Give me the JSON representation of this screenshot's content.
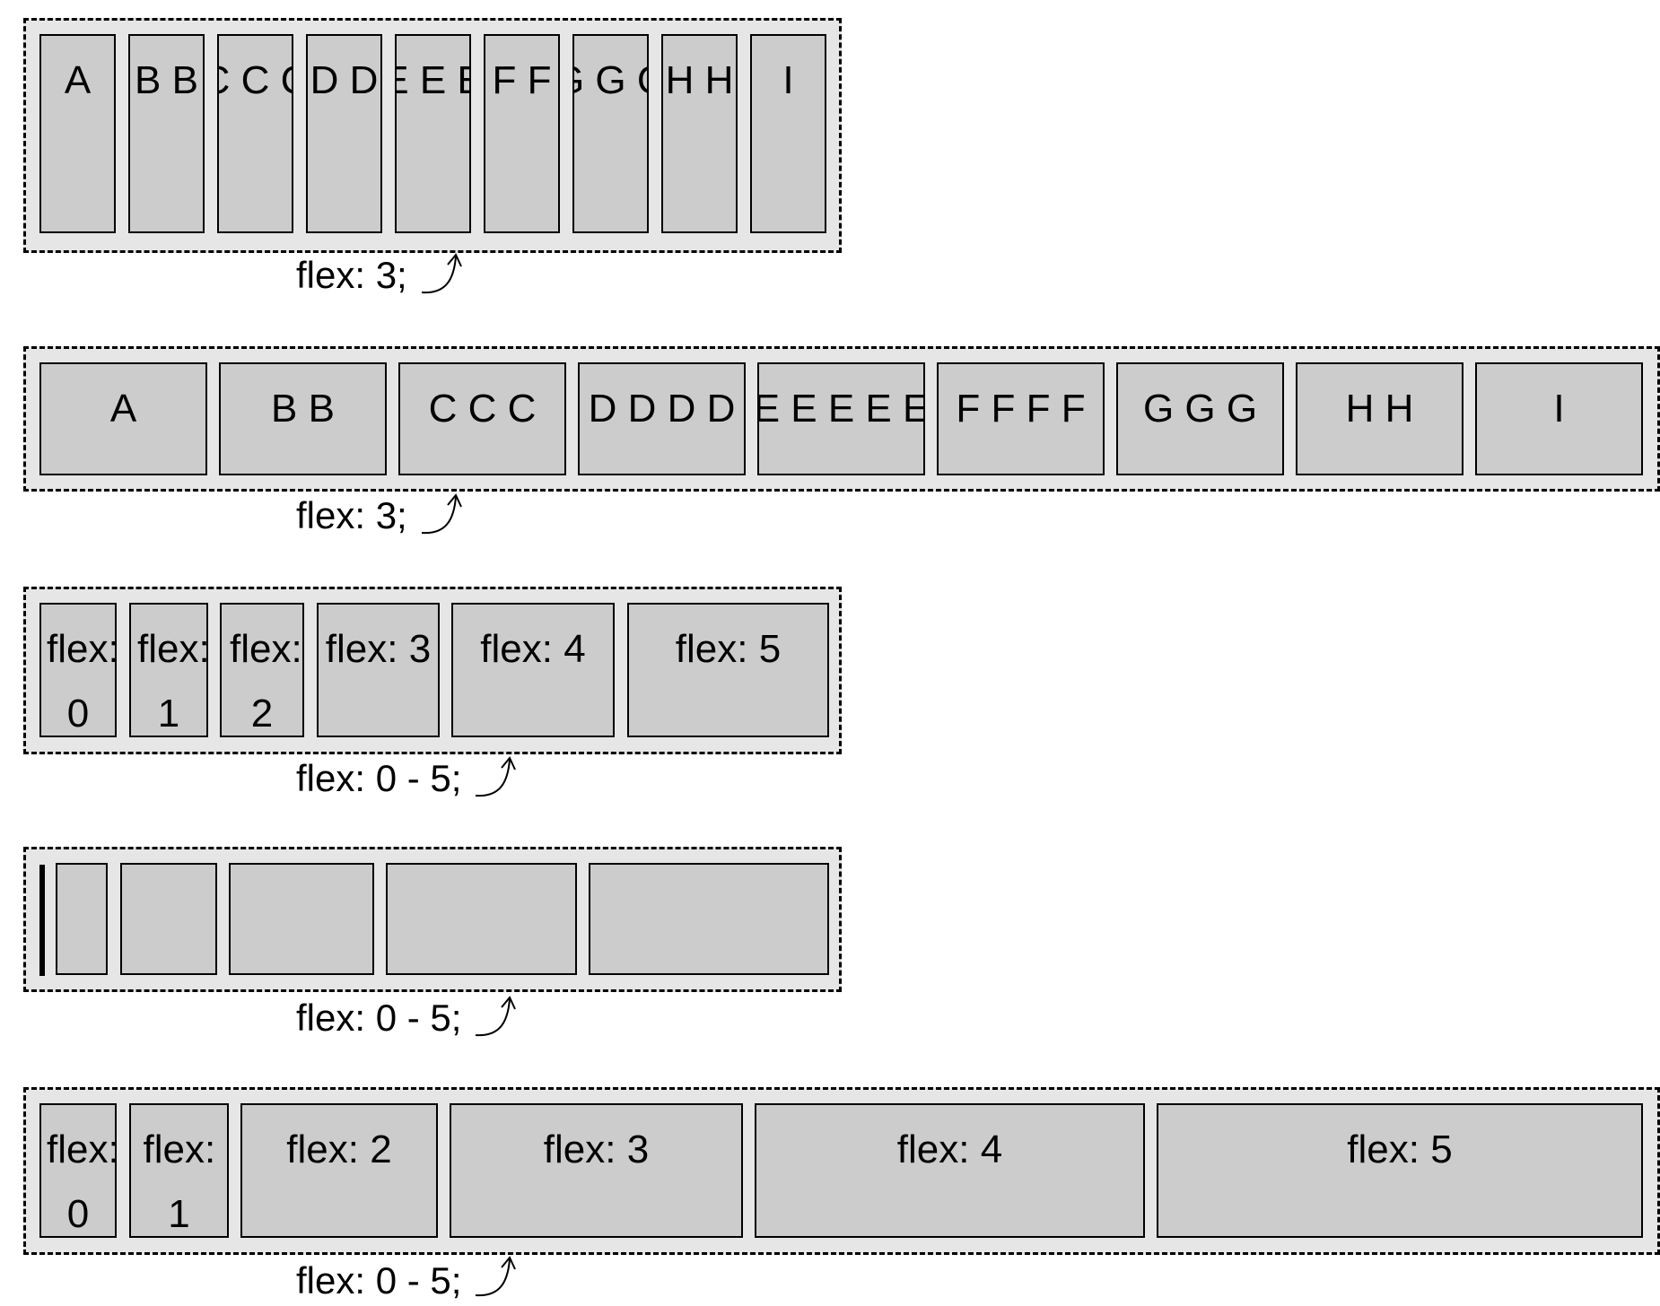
{
  "diagram": {
    "rows": [
      {
        "label": "flex: 3;",
        "items": [
          {
            "text": "A"
          },
          {
            "text": "B B"
          },
          {
            "text": "C C C"
          },
          {
            "text": "D D D D"
          },
          {
            "text": "E E E E E"
          },
          {
            "text": "F F F F"
          },
          {
            "text": "G G G"
          },
          {
            "text": "H H"
          },
          {
            "text": "I"
          }
        ]
      },
      {
        "label": "flex: 3;",
        "items": [
          {
            "text": "A"
          },
          {
            "text": "B B"
          },
          {
            "text": "C C C"
          },
          {
            "text": "D D D D"
          },
          {
            "text": "E E E E E"
          },
          {
            "text": "F F F F"
          },
          {
            "text": "G G G"
          },
          {
            "text": "H H"
          },
          {
            "text": "I"
          }
        ]
      },
      {
        "label": "flex: 0 - 5;",
        "items": [
          {
            "text": "flex: 0"
          },
          {
            "text": "flex: 1"
          },
          {
            "text": "flex: 2"
          },
          {
            "text": "flex: 3"
          },
          {
            "text": "flex: 4"
          },
          {
            "text": "flex: 5"
          }
        ]
      },
      {
        "label": "flex: 0 - 5;",
        "items": [
          {
            "text": ""
          },
          {
            "text": ""
          },
          {
            "text": ""
          },
          {
            "text": ""
          },
          {
            "text": ""
          },
          {
            "text": ""
          }
        ]
      },
      {
        "label": "flex: 0 - 5;",
        "items": [
          {
            "text": "flex: 0"
          },
          {
            "text": "flex: 1"
          },
          {
            "text": "flex: 2"
          },
          {
            "text": "flex: 3"
          },
          {
            "text": "flex: 4"
          },
          {
            "text": "flex: 5"
          }
        ]
      }
    ]
  }
}
